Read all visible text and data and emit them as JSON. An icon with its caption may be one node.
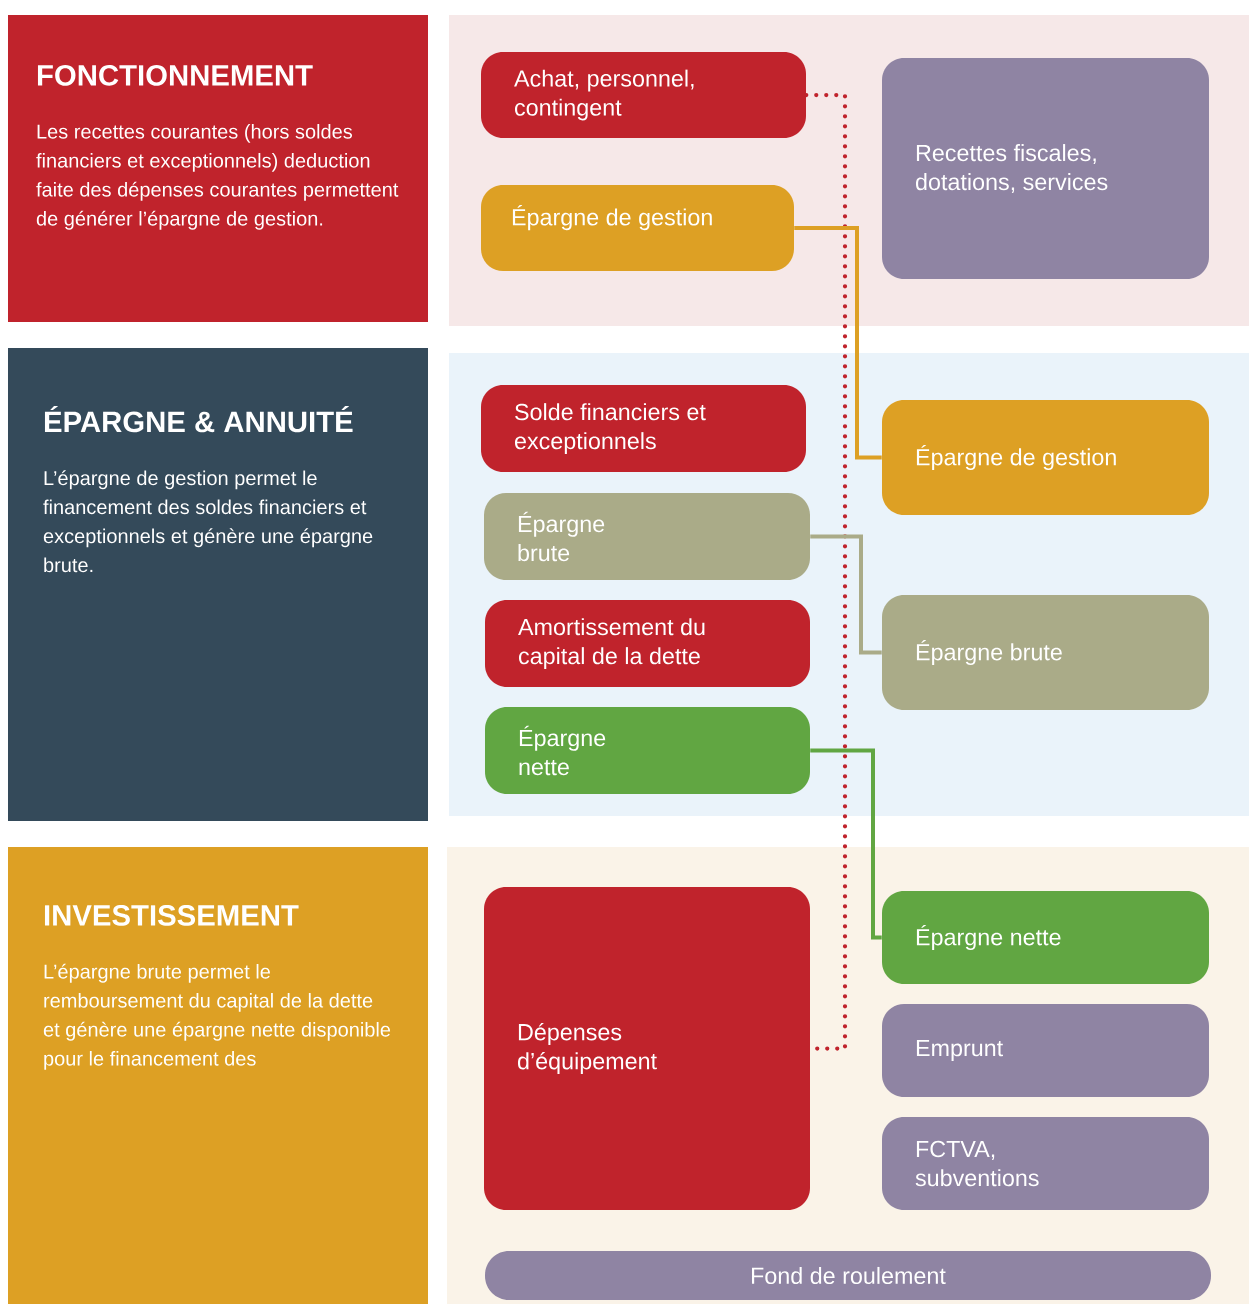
{
  "diagram": {
    "nodes": [
      {
        "text": [
          "FONCTIONNEMENT",
          "Les recettes courantes (hors soldes financiers et exceptionnels) deduction faite des dépenses courantes permettent de générer l’épargne de gestion."
        ]
      },
      {
        "text": [
          "ÉPARGNE & ANNUITÉ",
          "L’épargne de gestion permet le financement des soldes financiers et exceptionnels et génère une épargne brute."
        ]
      },
      {
        "text": [
          "INVESTISSEMENT",
          "L’épargne brute permet le remboursement du capital de la dette et génère une épargne nette disponible pour le financement des"
        ]
      },
      {
        "text": [
          "Achat, personnel, contingent"
        ]
      },
      {
        "text": [
          "Épargne de gestion"
        ]
      },
      {
        "text": [
          "Recettes fiscales, dotations, services"
        ]
      },
      {
        "text": [
          "Solde financiers et exceptionnels"
        ]
      },
      {
        "text": [
          "Épargne brute"
        ]
      },
      {
        "text": [
          "Amortissement du capital de la dette"
        ]
      },
      {
        "text": [
          "Épargne nette"
        ]
      },
      {
        "text": [
          "Épargne de gestion"
        ]
      },
      {
        "text": [
          "Épargne brute"
        ]
      },
      {
        "text": [
          "Dépenses d’équipement"
        ]
      },
      {
        "text": [
          "Épargne nette"
        ]
      },
      {
        "text": [
          "Emprunt"
        ]
      },
      {
        "text": [
          "FCTVA, subventions"
        ]
      },
      {
        "text": [
          "Fond de roulement"
        ]
      }
    ],
    "edges": [
      {
        "from": 3,
        "to": 12,
        "arrow": "none",
        "style": "dashed",
        "color": "#c0232c"
      },
      {
        "from": 4,
        "to": 10,
        "arrow": "none",
        "color": "#dda024"
      },
      {
        "from": 7,
        "to": 11,
        "arrow": "none",
        "color": "#aaab88"
      },
      {
        "from": 9,
        "to": 13,
        "arrow": "none",
        "color": "#61a642"
      }
    ]
  }
}
